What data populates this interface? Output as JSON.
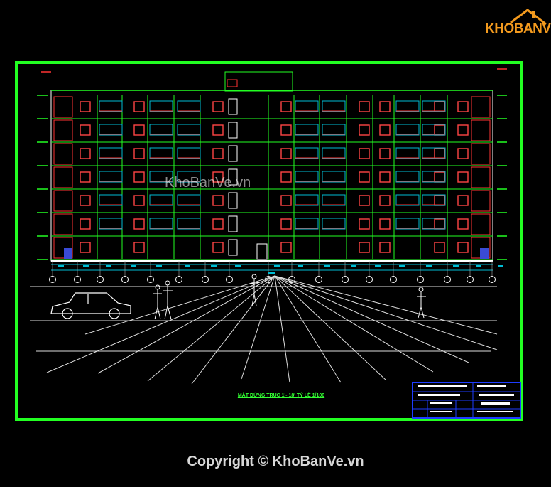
{
  "logo": {
    "text": "KHOBANVE",
    "brand_color": "#f39a1e"
  },
  "drawing": {
    "caption": "MẶT ĐỨNG TRỤC 1'- 18' TỶ LỆ 1/100",
    "watermark": "KhoBanVe.vn",
    "frame_color": "#22ff22",
    "title_block_color": "#1e3cff"
  },
  "footer": {
    "copyright": "Copyright © KhoBanVe.vn"
  },
  "icons": [
    "house-roof-icon",
    "car-icon",
    "person-icon"
  ]
}
